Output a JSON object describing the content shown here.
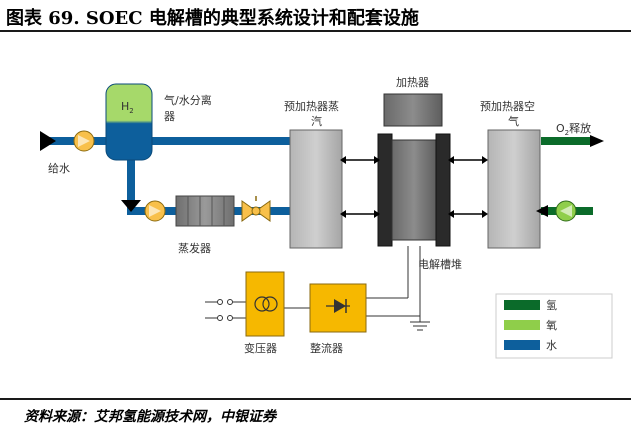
{
  "figure": {
    "title": "图表 69. SOEC 电解槽的典型系统设计和配套设施",
    "source": "资料来源：艾邦氢能源技术网，中银证券"
  },
  "labels": {
    "separator_line1": "气/水分离",
    "separator_line2": "器",
    "h2_line": "H",
    "h2_sub": "2",
    "feed_water": "给水",
    "evaporator": "蒸发器",
    "heater": "加热器",
    "preheater_steam_line1": "预加热器蒸",
    "preheater_steam_line2": "汽",
    "preheater_air_line1": "预加热器空",
    "preheater_air_line2": "气",
    "o2_o": "O",
    "o2_sub": "2",
    "o2_rest": "释放",
    "stack": "电解槽堆",
    "transformer": "变压器",
    "rectifier": "整流器"
  },
  "legend": [
    {
      "label": "氢",
      "color": "#0b6b2a"
    },
    {
      "label": "氧",
      "color": "#8fce4a"
    },
    {
      "label": "水",
      "color": "#0d5f9c"
    }
  ],
  "colors": {
    "water_pipe": "#0d5f9c",
    "oxygen_pipe": "#0b6b2a",
    "vessel_top": "#a6d96a",
    "vessel_bottom": "#0d5f9c",
    "pump": "#f8c04a",
    "box_grey": "#a8a8a8",
    "box_dark": "#555555",
    "electric_yellow": "#f6b800"
  },
  "icons": {
    "valve": "bowtie-valve",
    "pump": "circle-pump",
    "transformer": "double-circle",
    "rectifier": "diode",
    "ground": "ground"
  }
}
